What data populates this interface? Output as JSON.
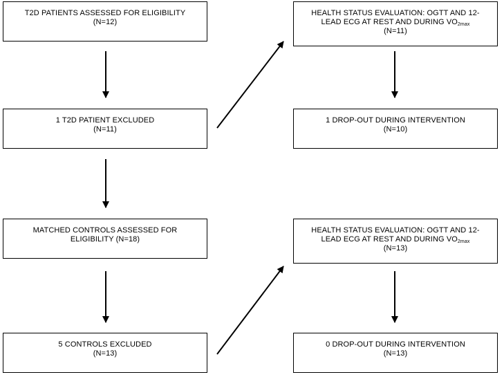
{
  "flowchart": {
    "left": {
      "box1": {
        "line1": "T2D PATIENTS ASSESSED FOR ELIGIBILITY",
        "line2": "(N=12)"
      },
      "box2": {
        "line1": "1 T2D PATIENT EXCLUDED",
        "line2": "(N=11)"
      },
      "box3": {
        "line1": "MATCHED CONTROLS ASSESSED FOR",
        "line2": "ELIGIBILITY (N=18)"
      },
      "box4": {
        "line1": "5 CONTROLS EXCLUDED",
        "line2": "(N=13)"
      }
    },
    "right": {
      "box1": {
        "line1": "HEALTH STATUS EVALUATION: OGTT AND 12-",
        "line2_prefix": "LEAD ECG AT REST AND DURING VO",
        "line2_sub": "2max",
        "line3": "(N=11)"
      },
      "box2": {
        "line1": "1 DROP-OUT DURING INTERVENTION",
        "line2": "(N=10)"
      },
      "box3": {
        "line1": "HEALTH STATUS EVALUATION: OGTT AND 12-",
        "line2_prefix": "LEAD ECG AT REST AND DURING VO",
        "line2_sub": "2max",
        "line3": "(N=13)"
      },
      "box4": {
        "line1": "0 DROP-OUT DURING INTERVENTION",
        "line2": "(N=13)"
      }
    }
  }
}
